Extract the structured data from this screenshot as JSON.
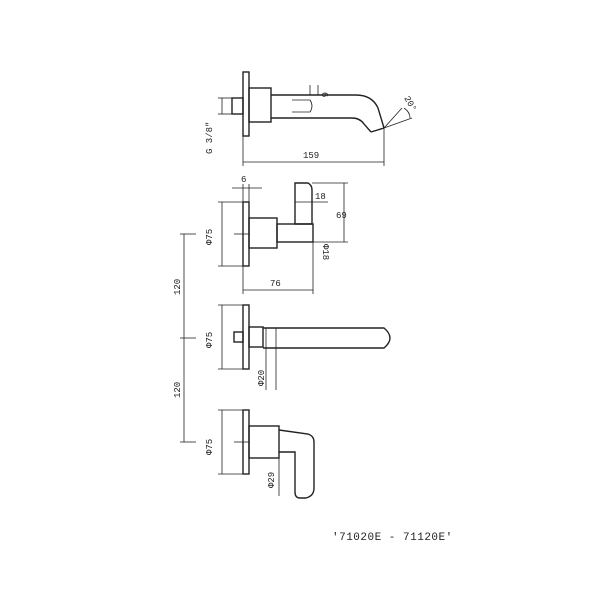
{
  "drawing": {
    "model_codes": "'71020E - 71120E'",
    "spout": {
      "thread_label": "G 3/8\"",
      "length_label": "159",
      "depth_label": "6",
      "angle_label": "20°"
    },
    "upper_handle": {
      "plate_label": "Φ75",
      "plate_depth_label": "6",
      "lever_width_label": "18",
      "lever_height_label": "69",
      "stem_label": "Φ18",
      "reach_label": "76"
    },
    "middle_spout": {
      "plate_label": "Φ75",
      "diameter_label": "Φ20"
    },
    "lower_handle": {
      "plate_label": "Φ75",
      "diameter_label": "Φ29"
    },
    "spacing": {
      "upper_label": "120",
      "lower_label": "120"
    }
  }
}
